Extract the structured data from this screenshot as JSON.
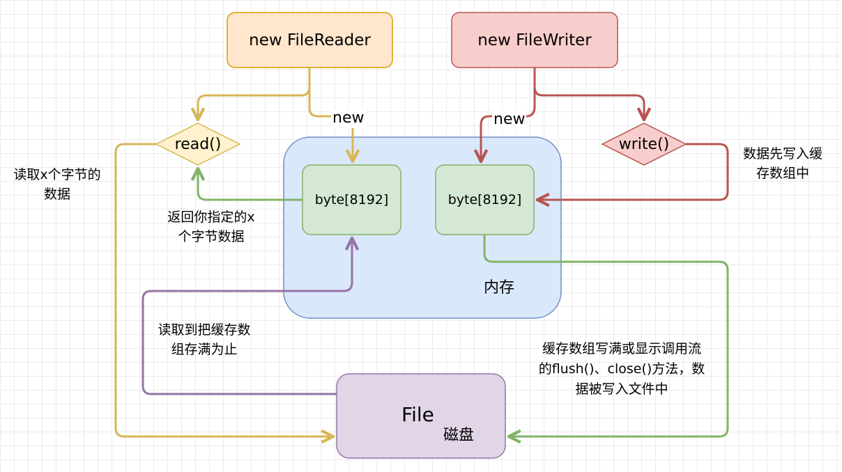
{
  "nodes": {
    "file_reader": "new FileReader",
    "file_writer": "new FileWriter",
    "read": "read()",
    "write": "write()",
    "reader_buffer": "byte[8192]",
    "writer_buffer": "byte[8192]",
    "memory": "内存",
    "file": "File",
    "disk": "磁盘"
  },
  "edge_labels": {
    "reader_new": "new",
    "writer_new": "new",
    "read_x_line1": "读取x个字节的",
    "read_x_line2": "数据",
    "return_x_line1": "返回你指定的x",
    "return_x_line2": "个字节数据",
    "fill_buffer_line1": "读取到把缓存数",
    "fill_buffer_line2": "组存满为止",
    "write_buffer_line1": "数据先写入缓",
    "write_buffer_line2": "存数组中",
    "flush_line1": "缓存数组写满或显示调用流",
    "flush_line2": "的flush()、close()方法，数",
    "flush_line3": "据被写入文件中"
  },
  "colors": {
    "yellow_stroke": "#d6b656",
    "yellow_fill": "#fff2cc",
    "orange_stroke": "#d79b00",
    "orange_fill": "#ffe6cc",
    "red_stroke": "#b85450",
    "red_fill": "#f8cecc",
    "green_stroke": "#82b366",
    "green_fill": "#d5e8d4",
    "blue_stroke": "#6c8ebf",
    "blue_fill": "#dae8fc",
    "purple_stroke": "#9673a6",
    "purple_fill": "#e1d5e7"
  }
}
